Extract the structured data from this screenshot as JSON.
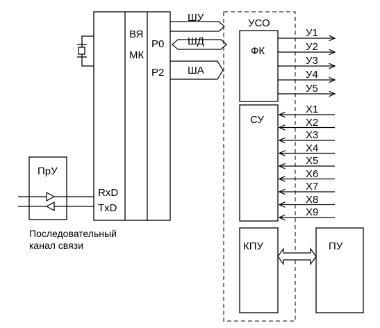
{
  "mcu": {
    "label_top": "ВЯ",
    "label_bottom": "МК",
    "port0": "Р0",
    "port2": "Р2",
    "rxd": "RxD",
    "txd": "TxD"
  },
  "buses": {
    "control": "ШУ",
    "data": "ШД",
    "address": "ША"
  },
  "uso": {
    "title": "УСО",
    "fk": "ФК",
    "su": "СУ",
    "kpu": "КПУ"
  },
  "outputs": [
    "У1",
    "У2",
    "У3",
    "У4",
    "У5"
  ],
  "inputs": [
    "Х1",
    "Х2",
    "Х3",
    "Х4",
    "Х5",
    "Х6",
    "Х7",
    "Х8",
    "Х9"
  ],
  "transceiver": "ПрУ",
  "panel": "ПУ",
  "caption": {
    "line1": "Последовательный",
    "line2": "канал связи"
  }
}
